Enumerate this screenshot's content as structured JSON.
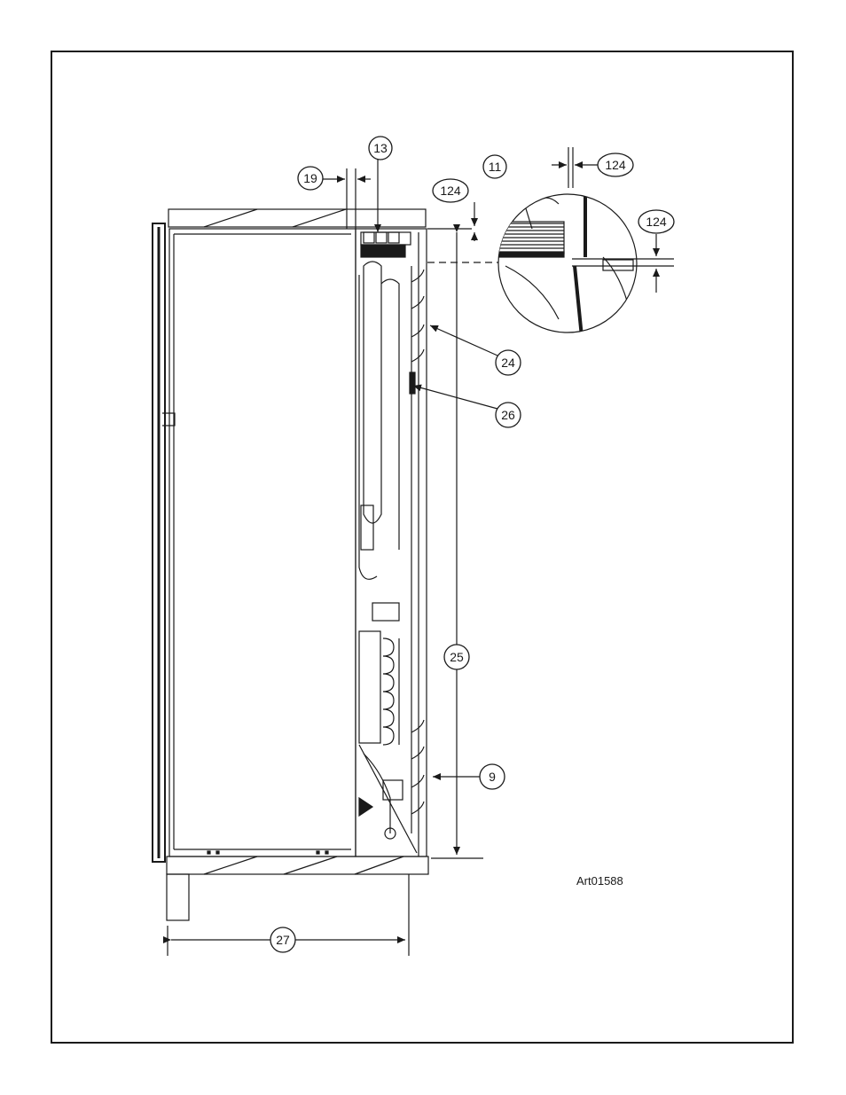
{
  "art_id": "Art01588",
  "colors": {
    "ink": "#1a1a1a",
    "paper": "#ffffff"
  },
  "callouts": {
    "c9": "9",
    "c11": "11",
    "c13": "13",
    "c19": "19",
    "c24": "24",
    "c25": "25",
    "c26": "26",
    "c27": "27",
    "c124_top": "124",
    "c124_mid": "124",
    "c124_right": "124"
  }
}
